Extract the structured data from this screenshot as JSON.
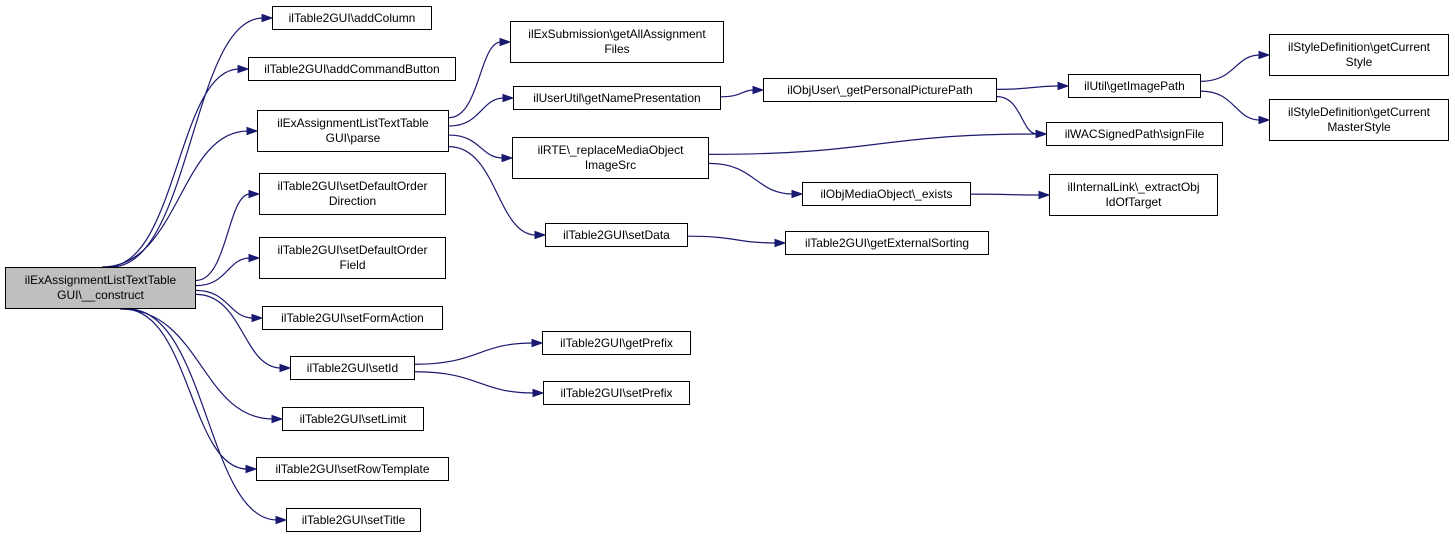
{
  "nodes": [
    {
      "id": "construct",
      "label": "ilExAssignmentListTextTable\nGUI\\__construct",
      "root": true
    },
    {
      "id": "addColumn",
      "label": "ilTable2GUI\\addColumn"
    },
    {
      "id": "addCommandButton",
      "label": "ilTable2GUI\\addCommandButton"
    },
    {
      "id": "parse",
      "label": "ilExAssignmentListTextTable\nGUI\\parse"
    },
    {
      "id": "setDefaultOrderDirection",
      "label": "ilTable2GUI\\setDefaultOrder\nDirection"
    },
    {
      "id": "setDefaultOrderField",
      "label": "ilTable2GUI\\setDefaultOrder\nField"
    },
    {
      "id": "setFormAction",
      "label": "ilTable2GUI\\setFormAction"
    },
    {
      "id": "setId",
      "label": "ilTable2GUI\\setId"
    },
    {
      "id": "setLimit",
      "label": "ilTable2GUI\\setLimit"
    },
    {
      "id": "setRowTemplate",
      "label": "ilTable2GUI\\setRowTemplate"
    },
    {
      "id": "setTitle",
      "label": "ilTable2GUI\\setTitle"
    },
    {
      "id": "getAllAssignmentFiles",
      "label": "ilExSubmission\\getAllAssignment\nFiles"
    },
    {
      "id": "getNamePresentation",
      "label": "ilUserUtil\\getNamePresentation"
    },
    {
      "id": "replaceMediaObjectImageSrc",
      "label": "ilRTE\\_replaceMediaObject\nImageSrc"
    },
    {
      "id": "setData",
      "label": "ilTable2GUI\\setData"
    },
    {
      "id": "getPrefix",
      "label": "ilTable2GUI\\getPrefix"
    },
    {
      "id": "setPrefix",
      "label": "ilTable2GUI\\setPrefix"
    },
    {
      "id": "getPersonalPicturePath",
      "label": "ilObjUser\\_getPersonalPicturePath"
    },
    {
      "id": "exists",
      "label": "ilObjMediaObject\\_exists"
    },
    {
      "id": "getExternalSorting",
      "label": "ilTable2GUI\\getExternalSorting"
    },
    {
      "id": "getImagePath",
      "label": "ilUtil\\getImagePath"
    },
    {
      "id": "signFile",
      "label": "ilWACSignedPath\\signFile"
    },
    {
      "id": "extractObjIdOfTarget",
      "label": "ilInternalLink\\_extractObj\nIdOfTarget"
    },
    {
      "id": "getCurrentStyle",
      "label": "ilStyleDefinition\\getCurrent\nStyle"
    },
    {
      "id": "getCurrentMasterStyle",
      "label": "ilStyleDefinition\\getCurrent\nMasterStyle"
    }
  ],
  "edges": [
    [
      "construct",
      "addColumn"
    ],
    [
      "construct",
      "addCommandButton"
    ],
    [
      "construct",
      "parse"
    ],
    [
      "construct",
      "setDefaultOrderDirection"
    ],
    [
      "construct",
      "setDefaultOrderField"
    ],
    [
      "construct",
      "setFormAction"
    ],
    [
      "construct",
      "setId"
    ],
    [
      "construct",
      "setLimit"
    ],
    [
      "construct",
      "setRowTemplate"
    ],
    [
      "construct",
      "setTitle"
    ],
    [
      "parse",
      "getAllAssignmentFiles"
    ],
    [
      "parse",
      "getNamePresentation"
    ],
    [
      "parse",
      "replaceMediaObjectImageSrc"
    ],
    [
      "parse",
      "setData"
    ],
    [
      "setId",
      "getPrefix"
    ],
    [
      "setId",
      "setPrefix"
    ],
    [
      "getNamePresentation",
      "getPersonalPicturePath"
    ],
    [
      "replaceMediaObjectImageSrc",
      "signFile"
    ],
    [
      "replaceMediaObjectImageSrc",
      "exists"
    ],
    [
      "setData",
      "getExternalSorting"
    ],
    [
      "getPersonalPicturePath",
      "getImagePath"
    ],
    [
      "getPersonalPicturePath",
      "signFile"
    ],
    [
      "exists",
      "extractObjIdOfTarget"
    ],
    [
      "getImagePath",
      "getCurrentStyle"
    ],
    [
      "getImagePath",
      "getCurrentMasterStyle"
    ]
  ]
}
